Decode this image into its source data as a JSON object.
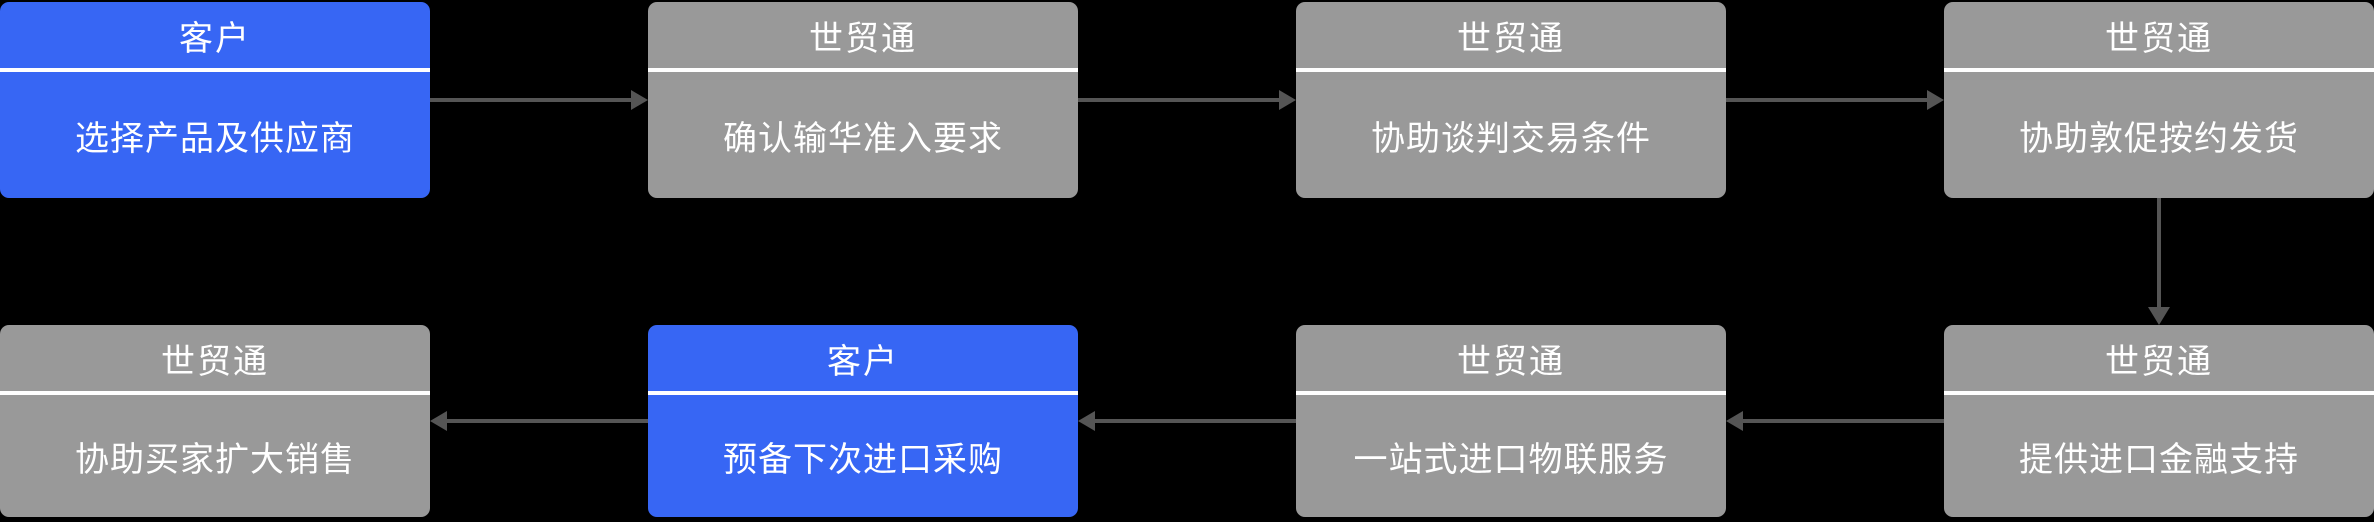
{
  "colors": {
    "background": "#000000",
    "customer_box": "#3766f4",
    "service_box": "#999999",
    "divider": "#ffffff",
    "text": "#ffffff",
    "arrow": "#555555"
  },
  "flow": {
    "description": "Import service process loop",
    "boxes": [
      {
        "step": 1,
        "header": "客户",
        "body": "选择产品及供应商",
        "role": "customer",
        "position": "top-col1"
      },
      {
        "step": 2,
        "header": "世贸通",
        "body": "确认输华准入要求",
        "role": "service",
        "position": "top-col2"
      },
      {
        "step": 3,
        "header": "世贸通",
        "body": "协助谈判交易条件",
        "role": "service",
        "position": "top-col3"
      },
      {
        "step": 4,
        "header": "世贸通",
        "body": "协助敦促按约发货",
        "role": "service",
        "position": "top-col4"
      },
      {
        "step": 5,
        "header": "世贸通",
        "body": "提供进口金融支持",
        "role": "service",
        "position": "bottom-col4"
      },
      {
        "step": 6,
        "header": "世贸通",
        "body": "一站式进口物联服务",
        "role": "service",
        "position": "bottom-col3"
      },
      {
        "step": 7,
        "header": "客户",
        "body": "预备下次进口采购",
        "role": "customer",
        "position": "bottom-col2"
      },
      {
        "step": 8,
        "header": "世贸通",
        "body": "协助买家扩大销售",
        "role": "service",
        "position": "bottom-col1"
      }
    ],
    "connections": [
      {
        "from": 1,
        "to": 2,
        "direction": "right"
      },
      {
        "from": 2,
        "to": 3,
        "direction": "right"
      },
      {
        "from": 3,
        "to": 4,
        "direction": "right"
      },
      {
        "from": 4,
        "to": 5,
        "direction": "down"
      },
      {
        "from": 5,
        "to": 6,
        "direction": "left"
      },
      {
        "from": 6,
        "to": 7,
        "direction": "left"
      },
      {
        "from": 7,
        "to": 8,
        "direction": "left"
      }
    ]
  }
}
